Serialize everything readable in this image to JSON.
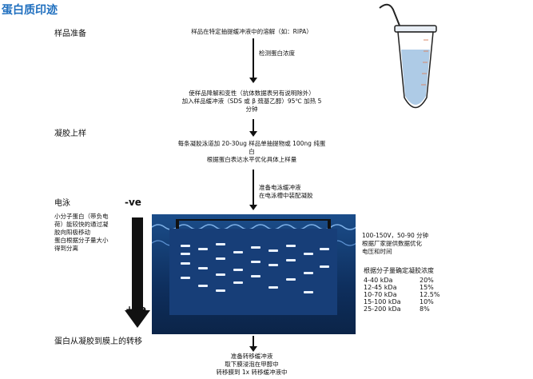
{
  "title": "蛋白质印迹",
  "stages": {
    "sample_prep": "样品准备",
    "gel_loading": "凝胶上样",
    "electrophoresis": "电泳",
    "transfer": "蛋白从凝胶到膜上的转移"
  },
  "steps": {
    "step1": "样品在特定抽提缓冲液中的溶解（如：RIPA）",
    "step2": "检测蛋白浓度",
    "step3_line1": "使样品降解和变性（抗体数据表另有说明除外）",
    "step3_line2": "加入样品缓冲液（SDS 或 β 巯基乙醇）95℃ 加热 5",
    "step3_line3": "分钟",
    "step4_line1": "每条凝胶泳道加 20-30ug 样品单抽提物或 100ng 纯蛋",
    "step4_line2": "白",
    "step4_line3": "根据蛋白表达水平优化具体上样量",
    "step5_line1": "准备电泳缓冲液",
    "step5_line2": "在电泳槽中装配凝胶",
    "step6_line1": "准备转移缓冲液",
    "step6_line2": "取下膜浸泡在甲醇中",
    "step6_line3": "转移膜到 1x 转移缓冲液中"
  },
  "electrophoresis_note": {
    "line1": "小分子蛋白（带负电",
    "line2": "荷）能较快的通过凝",
    "line3": "胶向阳极移动",
    "line4": "蛋白根据分子量大小",
    "line5": "得到分离"
  },
  "polarity": {
    "negative": "-ve",
    "positive": "+ve"
  },
  "run_conditions": {
    "line1": "100-150V，50-90 分钟",
    "line2": "根据厂家提供数据优化",
    "line3": "电压和时间"
  },
  "gel_table": {
    "heading": "根据分子量确定凝胶浓度",
    "rows": [
      {
        "range": "4-40 kDa",
        "percent": "20%"
      },
      {
        "range": "12-45 kDa",
        "percent": "15%"
      },
      {
        "range": "10-70 kDa",
        "percent": "12.5%"
      },
      {
        "range": "15-100 kDa",
        "percent": "10%"
      },
      {
        "range": "25-200 kDa",
        "percent": "8%"
      }
    ]
  },
  "colors": {
    "title": "#1f6fbf",
    "tank": "#0e2f5e",
    "band": "#e9f1ff",
    "tube": "#aecbe6"
  }
}
